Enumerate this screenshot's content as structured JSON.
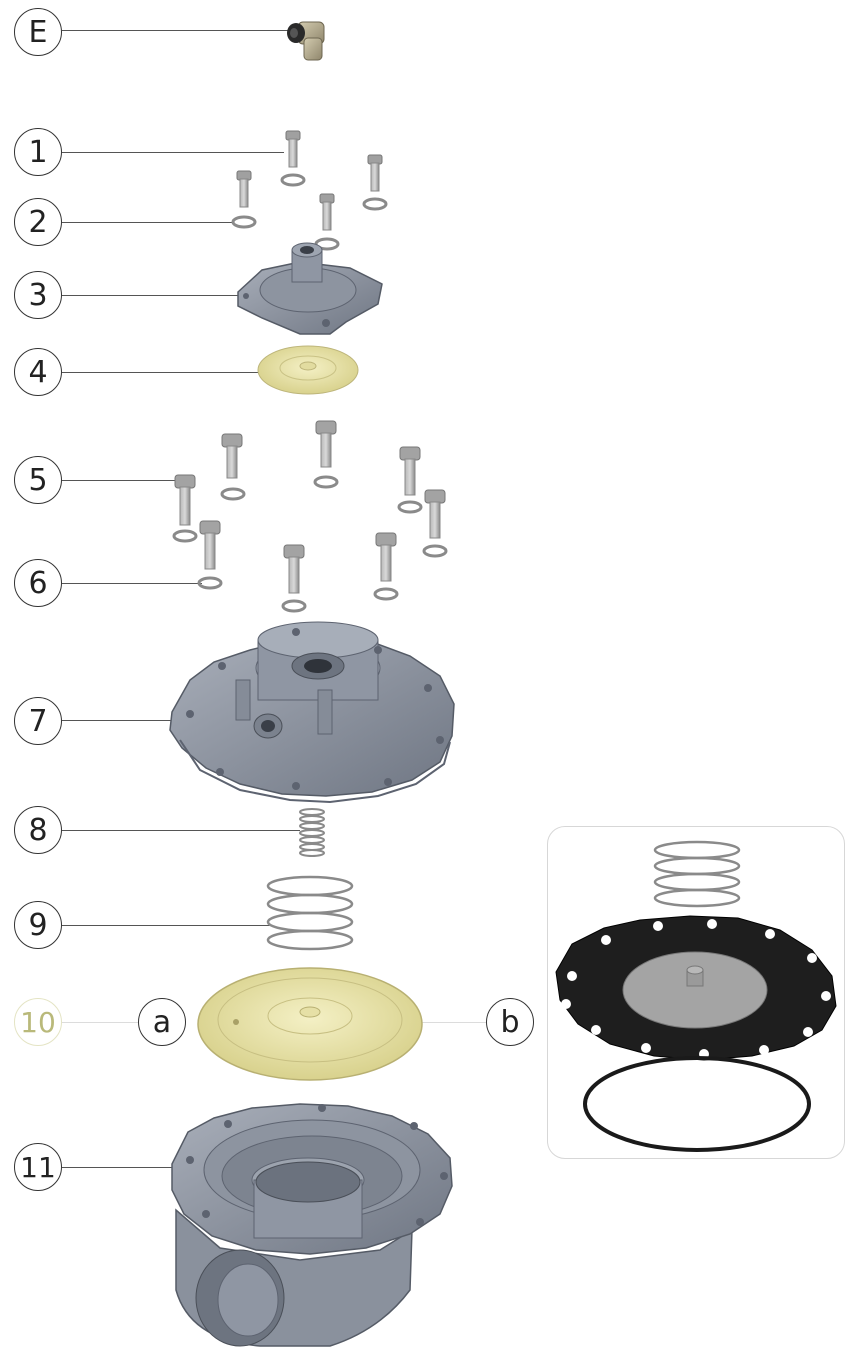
{
  "callouts": {
    "E": "E",
    "c1": "1",
    "c2": "2",
    "c3": "3",
    "c4": "4",
    "c5": "5",
    "c6": "6",
    "c7": "7",
    "c8": "8",
    "c9": "9",
    "c10": "10",
    "c10a": "a",
    "c10b": "b",
    "c11": "11"
  },
  "colors": {
    "metal": "#8f96a3",
    "metal_dark": "#5d6370",
    "bolt": "#9a9a9a",
    "diaphragm": "#ece7a8",
    "gasket": "#1d1d1d",
    "fitting": "#b3a98e",
    "highlight": "#b9b97a"
  }
}
